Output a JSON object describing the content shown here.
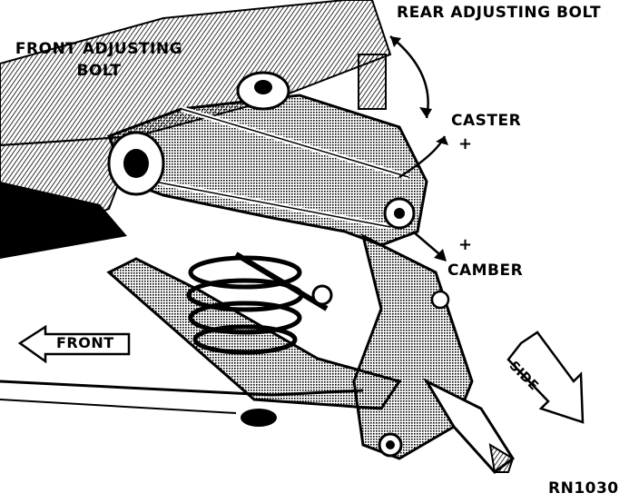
{
  "labels": {
    "rear_adjusting_bolt": "REAR ADJUSTING BOLT",
    "front_adjusting_bolt_line1": "FRONT ADJUSTING",
    "front_adjusting_bolt_line2": "BOLT",
    "caster": "CASTER",
    "caster_sign": "+",
    "camber": "CAMBER",
    "camber_sign": "+",
    "front_arrow": "FRONT",
    "side_arrow": "SIDE",
    "reference": "RN1030"
  },
  "colors": {
    "ink": "#000000",
    "paper": "#ffffff",
    "shade": "#3a3a3a"
  }
}
